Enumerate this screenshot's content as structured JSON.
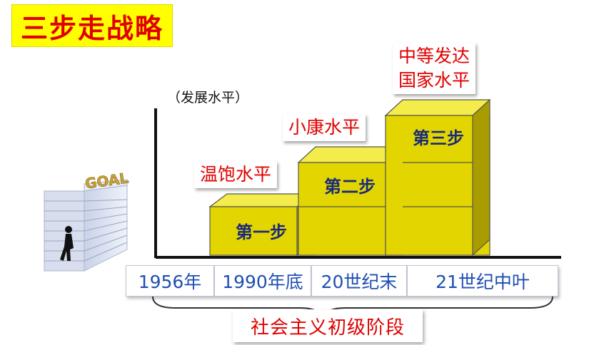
{
  "title": "三步走战略",
  "y_axis_label": "（发展水平）",
  "steps": [
    {
      "label": "第一步",
      "level": "温饱水平"
    },
    {
      "label": "第二步",
      "level": "小康水平"
    },
    {
      "label": "第三步",
      "level_lines": [
        "中等发达",
        "国家水平"
      ]
    }
  ],
  "timeline": [
    "1956年",
    "1990年底",
    "20世纪末",
    "21世纪中叶"
  ],
  "stage": "社会主义初级阶段",
  "staircase_sign": "GOAL",
  "colors": {
    "title_bg": "#ffff00",
    "title_text": "#e00000",
    "level_text": "#e00000",
    "block_front": "#e3d600",
    "block_top": "#f3ec4a",
    "block_side": "#a89c00",
    "time_text": "#1f4fb3",
    "step_text": "#1a2a7a"
  }
}
